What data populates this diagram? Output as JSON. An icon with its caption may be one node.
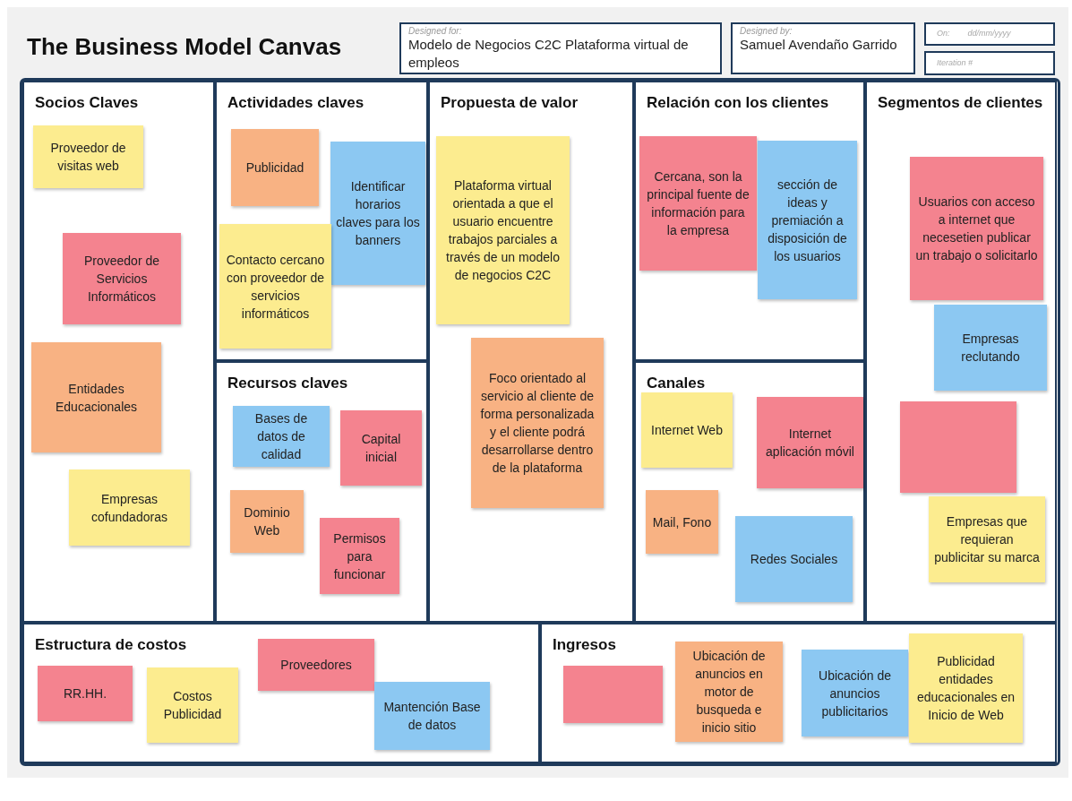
{
  "diagram": {
    "title": "The Business Model Canvas",
    "nodes": [
      {
        "text": [
          "Designed for:",
          "Modelo de Negocios C2C Plataforma virtual de empleos"
        ]
      },
      {
        "text": [
          "Designed by:",
          "Samuel Avendaño Garrido"
        ]
      },
      {
        "text": [
          "On:",
          "dd/mm/yyyy"
        ]
      },
      {
        "text": [
          "Iteration #"
        ]
      },
      {
        "text": [
          "Socios Claves"
        ]
      },
      {
        "text": [
          "Proveedor de visitas web"
        ],
        "in": 4
      },
      {
        "text": [
          "Proveedor de Servicios Informáticos"
        ],
        "in": 4
      },
      {
        "text": [
          "Entidades Educacionales"
        ],
        "in": 4
      },
      {
        "text": [
          "Empresas cofundadoras"
        ],
        "in": 4
      },
      {
        "text": [
          "Actividades claves"
        ]
      },
      {
        "text": [
          "Publicidad"
        ],
        "in": 9
      },
      {
        "text": [
          "Identificar horarios claves para los banners"
        ],
        "in": 9
      },
      {
        "text": [
          "Contacto cercano con proveedor de servicios informáticos"
        ],
        "in": 9
      },
      {
        "text": [
          "Recursos claves"
        ]
      },
      {
        "text": [
          "Bases de datos de calidad"
        ],
        "in": 13
      },
      {
        "text": [
          "Capital inicial"
        ],
        "in": 13
      },
      {
        "text": [
          "Dominio Web"
        ],
        "in": 13
      },
      {
        "text": [
          "Permisos para funcionar"
        ],
        "in": 13
      },
      {
        "text": [
          "Propuesta de valor"
        ]
      },
      {
        "text": [
          "Plataforma virtual orientada a que el usuario encuentre trabajos parciales a través de un modelo de negocios C2C"
        ],
        "in": 18
      },
      {
        "text": [
          "Foco orientado al servicio al cliente de forma personalizada y el cliente podrá desarrollarse dentro de la plataforma"
        ],
        "in": 18
      },
      {
        "text": [
          "Relación con los clientes"
        ]
      },
      {
        "text": [
          "Cercana, son la principal fuente de información para la empresa"
        ],
        "in": 21
      },
      {
        "text": [
          "sección de ideas y premiación a disposición de los usuarios"
        ],
        "in": 21
      },
      {
        "text": [
          "Canales"
        ]
      },
      {
        "text": [
          "Internet Web"
        ],
        "in": 24
      },
      {
        "text": [
          "Internet aplicación móvil"
        ],
        "in": 24
      },
      {
        "text": [
          "Mail, Fono"
        ],
        "in": 24
      },
      {
        "text": [
          "Redes Sociales"
        ],
        "in": 24
      },
      {
        "text": [
          "Segmentos de clientes"
        ]
      },
      {
        "text": [
          "Usuarios con acceso a internet que necesetien publicar un trabajo o solicitarlo"
        ],
        "in": 29
      },
      {
        "text": [
          "Empresas reclutando"
        ],
        "in": 29
      },
      {
        "text": [],
        "shape": "box",
        "in": 29
      },
      {
        "text": [
          "Empresas que requieran publicitar su marca"
        ],
        "in": 29
      },
      {
        "text": [
          "Estructura de costos"
        ]
      },
      {
        "text": [
          "RR.HH."
        ],
        "in": 34
      },
      {
        "text": [
          "Costos Publicidad"
        ],
        "in": 34
      },
      {
        "text": [
          "Proveedores"
        ],
        "in": 34
      },
      {
        "text": [
          "Mantención Base de datos"
        ],
        "in": 34
      },
      {
        "text": [
          "Ingresos"
        ]
      },
      {
        "text": [],
        "shape": "box",
        "in": 39
      },
      {
        "text": [
          "Ubicación de anuncios en motor de busqueda e inicio sitio"
        ],
        "in": 39
      },
      {
        "text": [
          "Ubicación de anuncios publicitarios"
        ],
        "in": 39
      },
      {
        "text": [
          "Publicidad entidades educacionales en Inicio de Web"
        ],
        "in": 39
      }
    ]
  }
}
